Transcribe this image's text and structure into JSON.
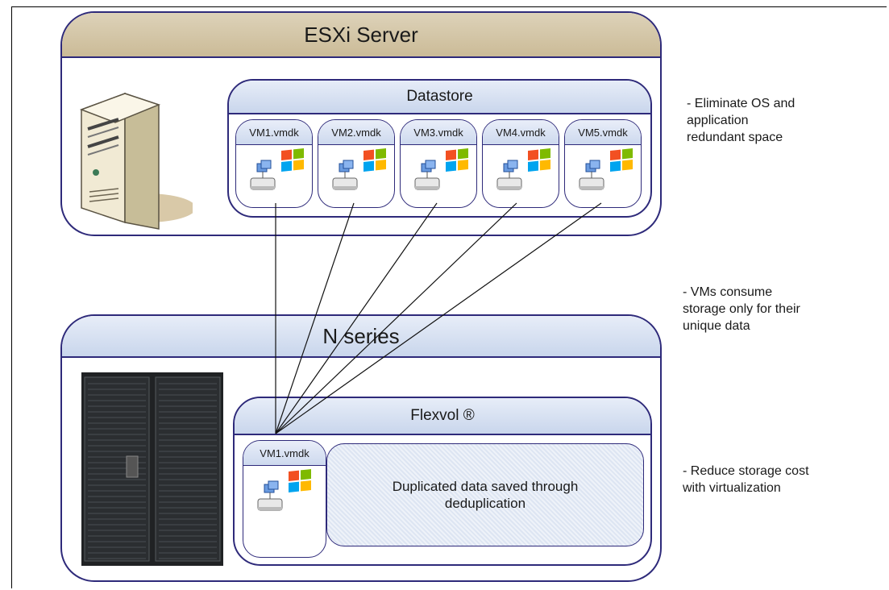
{
  "esxi": {
    "title": "ESXi Server",
    "datastore": {
      "title": "Datastore",
      "vms": [
        "VM1.vmdk",
        "VM2.vmdk",
        "VM3.vmdk",
        "VM4.vmdk",
        "VM5.vmdk"
      ]
    }
  },
  "nseries": {
    "title": "N series",
    "flexvol": {
      "title": "Flexvol ®",
      "vm": "VM1.vmdk",
      "dedup_text": "Duplicated data saved through deduplication"
    }
  },
  "notes": {
    "note1": [
      "- Eliminate OS and",
      "application",
      "redundant space"
    ],
    "note2": [
      "- VMs consume",
      "storage only for their",
      "unique data"
    ],
    "note3": [
      "- Reduce storage cost",
      "with virtualization"
    ]
  },
  "icons": [
    "server-tower-icon",
    "storage-rack-icon",
    "vm-disk-icon",
    "windows-logo-icon"
  ],
  "colors": {
    "border": "#2e2a7a",
    "esxi_header": "#d6c9aa",
    "blue_header": "#d3deef"
  }
}
